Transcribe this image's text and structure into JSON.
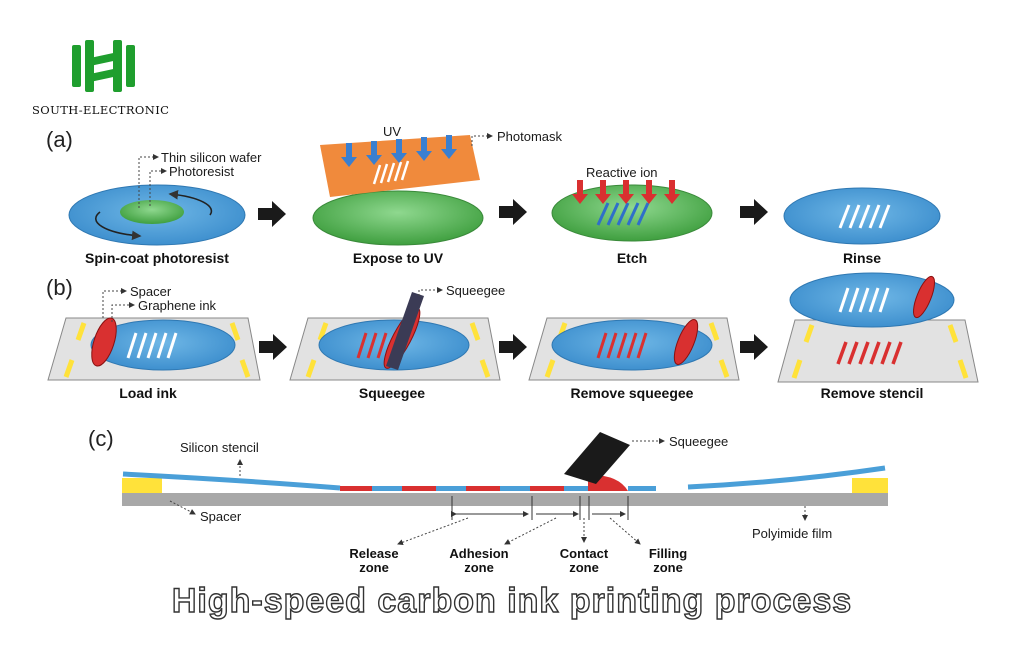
{
  "brand": {
    "name": "SOUTH-ELECTRONIC",
    "logo_icon": "green-hh-logo-icon",
    "logo_color": "#1f9e2e"
  },
  "colors": {
    "blue": "#4a9fd8",
    "green": "#5fbf5f",
    "orange": "#f08a3c",
    "red": "#d93030",
    "yellow": "#ffe23a",
    "gray": "#a8a8a8"
  },
  "sections": {
    "a": {
      "label": "(a)",
      "wafer_label": "Thin silicon wafer",
      "photoresist_label": "Photoresist",
      "uv_label": "UV",
      "photomask_label": "Photomask",
      "reactive_label": "Reactive ion",
      "steps": [
        "Spin-coat photoresist",
        "Expose to UV",
        "Etch",
        "Rinse"
      ]
    },
    "b": {
      "label": "(b)",
      "spacer_label": "Spacer",
      "graphene_label": "Graphene ink",
      "squeegee_label": "Squeegee",
      "steps": [
        "Load ink",
        "Squeegee",
        "Remove squeegee",
        "Remove stencil"
      ]
    },
    "c": {
      "label": "(c)",
      "stencil_label": "Silicon stencil",
      "squeegee_label": "Squeegee",
      "spacer_label": "Spacer",
      "film_label": "Polyimide film",
      "zones": [
        {
          "line1": "Release",
          "line2": "zone"
        },
        {
          "line1": "Adhesion",
          "line2": "zone"
        },
        {
          "line1": "Contact",
          "line2": "zone"
        },
        {
          "line1": "Filling",
          "line2": "zone"
        }
      ]
    }
  },
  "title": "High-speed carbon ink printing process"
}
